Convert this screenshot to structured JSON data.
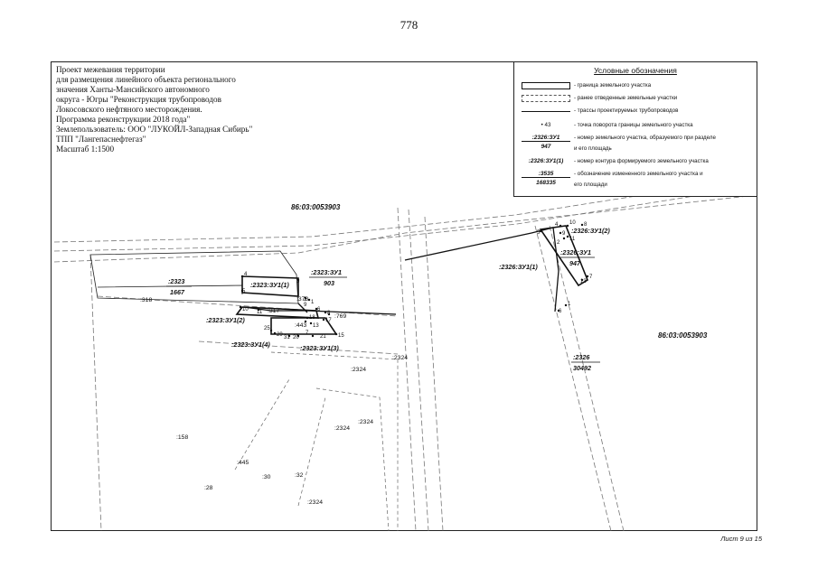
{
  "page_number": "778",
  "title_block": {
    "lines": [
      "Проект межевания территории",
      "для размещения линейного объекта регионального",
      "значения Ханты-Мансийского автономного",
      "округа - Югры \"Реконструкция трубопроводов",
      "Локосовского нефтяного месторождения.",
      "Программа реконструкции 2018 года\"",
      "Землепользователь: ООО \"ЛУКОЙЛ-Западная Сибирь\"",
      "ТПП \"Лангепаснефтегаз\"",
      "Масштаб 1:1500"
    ]
  },
  "legend": {
    "title": "Условные обозначения",
    "items": [
      {
        "text": "- граница земельного участка"
      },
      {
        "text": "- ранее отведенные земельные участки"
      },
      {
        "text": "- трассы проектируемых трубопроводов"
      },
      {
        "symbol": "43",
        "text": "- точка поворота границы земельного участка"
      },
      {
        "num": ":2326:ЗУ1",
        "den": "947",
        "text": "- номер земельного участка, образуемого при разделе",
        "text2": "и его площадь"
      },
      {
        "symbol": ":2326:ЗУ1(1)",
        "text": "- номер контура формируемого земельного участка"
      },
      {
        "num": ":3535",
        "den": "168335",
        "text": "- обозначение измененного земельного участка и",
        "text2": "его площади"
      }
    ]
  },
  "quarters": {
    "q1": "86:03:0053903",
    "q2": "86:03:0053903"
  },
  "parcel_labels": {
    "p2323_num": ":2323",
    "p2323_den": "1667",
    "zu1_num": ":2323:ЗУ1",
    "zu1_den": "903",
    "zu1_1": ":2323:ЗУ1(1)",
    "zu1_2": ":2323:ЗУ1(2)",
    "zu1_3": ":2323:ЗУ1(3)",
    "zu1_4": ":2323:ЗУ1(4)",
    "z318": ":318",
    "z378": ":378",
    "z317": ":317",
    "z769": ":769",
    "z443": ":443",
    "z2324_a": ":2324",
    "z2324_b": ":2324",
    "z2324_c": ":2324",
    "z2324_d": ":2324",
    "z2324_e": ":2324",
    "z158": ":158",
    "z445": ":445",
    "z30": ":30",
    "z32": ":32",
    "z28": ":28",
    "p2326_zu1_2": ":2326:ЗУ1(2)",
    "p2326_zu1_num": ":2326:ЗУ1",
    "p2326_zu1_den": "947",
    "p2326_zu1_1": ":2326:ЗУ1(1)",
    "p2326_num": ":2326",
    "p2326_den": "30492"
  },
  "points": {
    "p1": "1",
    "p2": "2",
    "p3": "3",
    "p4": "4",
    "p5": "5",
    "p6": "6",
    "p7": "7",
    "p8": "8",
    "p9": "9",
    "p10": "10",
    "p11": "11",
    "p13": "13",
    "p15": "15",
    "p17": "17",
    "p18": "18",
    "p20": "20",
    "p21": "21",
    "p25": "25",
    "p29": "29",
    "p31": "31",
    "r4": "4",
    "r5": "5",
    "r6": "6",
    "r7": "7",
    "r1": "1",
    "r10": "10",
    "r8": "8",
    "r2": "2",
    "r11": "11",
    "r9": "9",
    "r13": "13"
  },
  "sheet_label": "Лист 9 из 15"
}
